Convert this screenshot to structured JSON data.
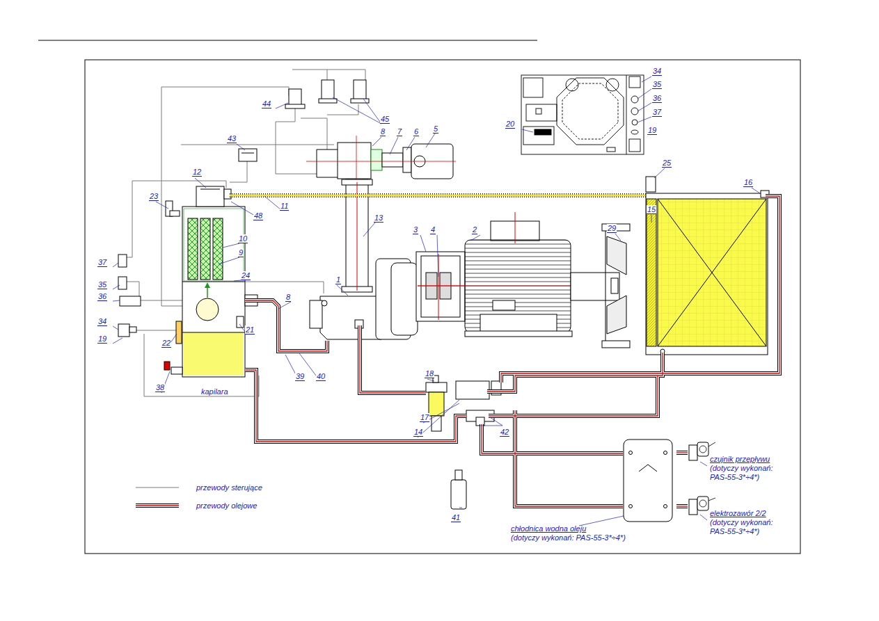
{
  "diagram": {
    "nodes": [
      {
        "text": [
          "chłodnica wodna oleju",
          "(dotyczy wykonań: PAS-55-3*÷4*)"
        ]
      },
      {
        "text": [
          "czujnik przepływu",
          "(dotyczy wykonań: PAS-55-3*÷4*)"
        ]
      },
      {
        "text": [
          "elektrozawór 2/2",
          "(dotyczy wykonań: PAS-55-3*÷4*)"
        ]
      }
    ],
    "edges": [
      {
        "from": 0,
        "to": 1,
        "arrow": "none"
      },
      {
        "from": 0,
        "to": 2,
        "arrow": "none"
      }
    ],
    "labels": [
      "34",
      "35",
      "36",
      "37",
      "19",
      "20",
      "44",
      "45",
      "8",
      "7",
      "6",
      "5",
      "43",
      "12",
      "48",
      "11",
      "23",
      "10",
      "9",
      "24",
      "13",
      "1",
      "3",
      "4",
      "2",
      "29",
      "25",
      "16",
      "15",
      "37",
      "35",
      "36",
      "34",
      "19",
      "8",
      "22",
      "21",
      "38",
      "39",
      "40",
      "18",
      "17",
      "14",
      "42",
      "41",
      "kapilara"
    ],
    "legend": [
      {
        "text": "przewody sterujące"
      },
      {
        "text": "przewody olejowe"
      }
    ]
  }
}
